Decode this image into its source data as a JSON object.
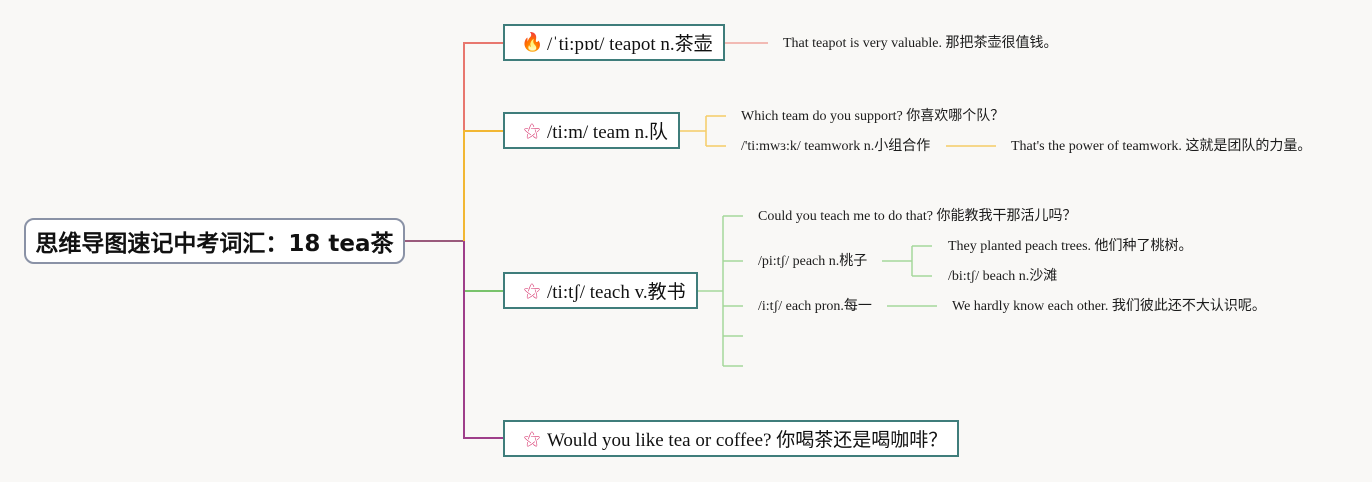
{
  "root": {
    "title": "思维导图速记中考词汇：18 tea茶"
  },
  "icons": {
    "fire": "fire-icon",
    "wand": "magic-wand-icon"
  },
  "colors": {
    "teapot": "#e8776e",
    "team": "#f2b733",
    "teach": "#79c36c",
    "sentence": "#9e3f8a",
    "border": "#3f7d7b"
  },
  "branches": [
    {
      "label": "/ˈti:pɒt/ teapot n.茶壶",
      "icon": "🔥",
      "children": [
        {
          "label": "That teapot is very valuable. 那把茶壶很值钱。"
        }
      ]
    },
    {
      "label": "/ti:m/ team n.队",
      "icon": "⚝",
      "children": [
        {
          "label": "Which team do you support? 你喜欢哪个队？"
        },
        {
          "label": "/'ti:mwɜ:k/ teamwork n.小组合作",
          "children": [
            {
              "label": "That's the power of teamwork. 这就是团队的力量。"
            }
          ]
        }
      ]
    },
    {
      "label": "/ti:tʃ/ teach v.教书",
      "icon": "⚝",
      "children": [
        {
          "label": "Could you teach me to do that? 你能教我干那活儿吗？"
        },
        {
          "label": "/pi:tʃ/ peach n.桃子",
          "children": [
            {
              "label": "They planted peach trees. 他们种了桃树。"
            },
            {
              "label": "/bi:tʃ/ beach n.沙滩"
            }
          ]
        },
        {
          "label": "/i:tʃ/ each pron.每一",
          "children": [
            {
              "label": "We hardly know each other. 我们彼此还不大认识呢。"
            }
          ]
        },
        {
          "label": ""
        },
        {
          "label": ""
        }
      ]
    },
    {
      "label": "Would you like tea or coffee? 你喝茶还是喝咖啡？",
      "icon": "⚝"
    }
  ]
}
